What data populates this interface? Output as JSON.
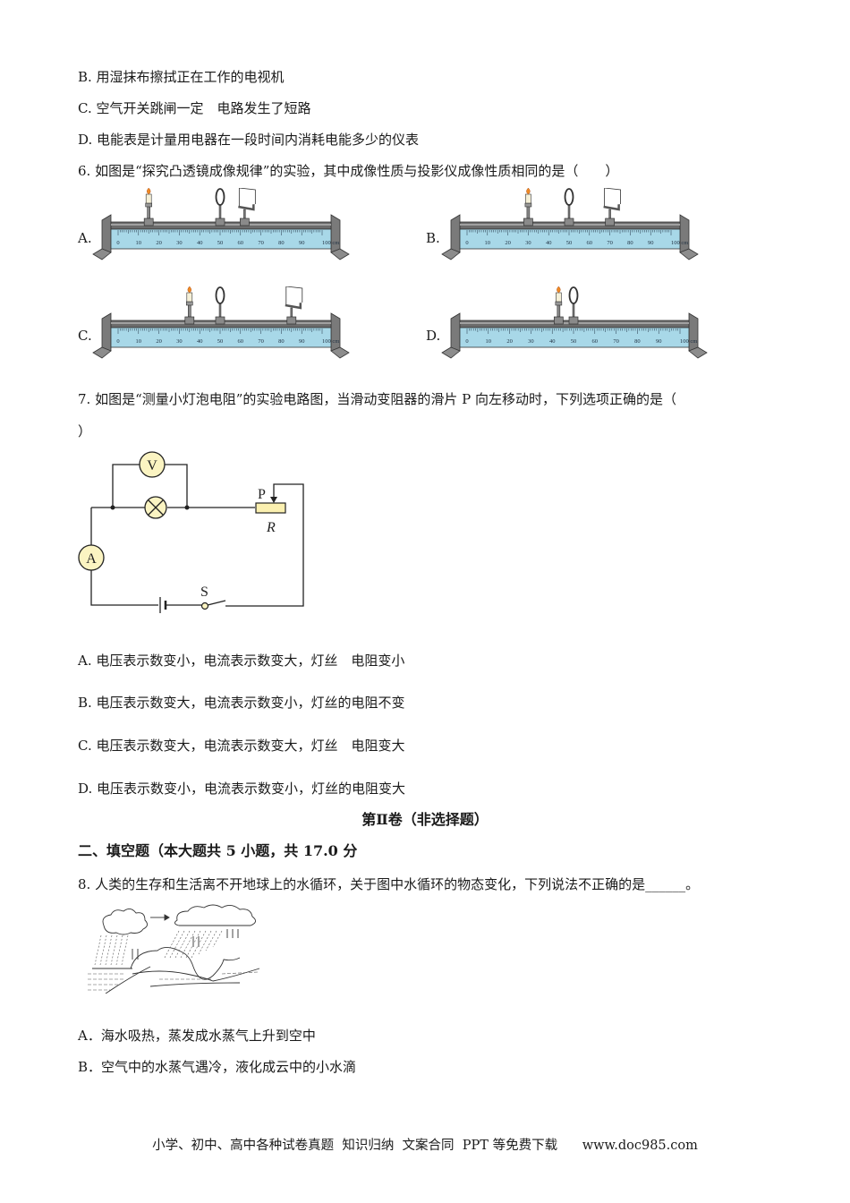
{
  "q5_options": {
    "B": "B. 用湿抹布擦拭正在工作的电视机",
    "C": "C. 空气开关跳闸一定　电路发生了短路",
    "D": "D. 电能表是计量用电器在一段时间内消耗电能多少的仪表"
  },
  "q6": {
    "stem": "6. 如图是“探究凸透镜成像规律”的实验，其中成像性质与投影仪成像性质相同的是（　　）",
    "options": [
      {
        "label": "A.",
        "candle_cm": 15,
        "lens_cm": 50,
        "screen_cm": 62
      },
      {
        "label": "B.",
        "candle_cm": 30,
        "lens_cm": 50,
        "screen_cm": 70
      },
      {
        "label": "C.",
        "candle_cm": 35,
        "lens_cm": 50,
        "screen_cm": 85
      },
      {
        "label": "D.",
        "candle_cm": 43,
        "lens_cm": 50,
        "screen_cm": null
      }
    ],
    "ruler_ticks": [
      "0",
      "10",
      "20",
      "30",
      "40",
      "50",
      "60",
      "70",
      "80",
      "90",
      "100 cm"
    ],
    "colors": {
      "ruler": "#a8d8e8",
      "rail": "#6b6b6b",
      "flame": "#f08a24",
      "candle": "#f5f0d8"
    }
  },
  "q7": {
    "stem_line1": "7. 如图是“测量小灯泡电阻”的实验电路图，当滑动变阻器的滑片 P 向左移动时，下列选项正确的是（",
    "stem_line2": "）",
    "circuit": {
      "voltmeter": "V",
      "ammeter": "A",
      "slider": "P",
      "rheostat": "R",
      "switch": "S",
      "meter_fill": "#fbf4c2"
    },
    "options": {
      "A": "A. 电压表示数变小，电流表示数变大，灯丝　电阻变小",
      "B": "B. 电压表示数变大，电流表示数变小，灯丝的电阻不变",
      "C": "C. 电压表示数变大，电流表示数变大，灯丝　电阻变大",
      "D": "D. 电压表示数变小，电流表示数变小，灯丝的电阻变大"
    }
  },
  "section2": {
    "volume_title": "第Ⅱ卷（非选择题）",
    "heading": "二、填空题（本大题共 5 小题，共 17.0 分"
  },
  "q8": {
    "stem": "8. 人类的生存和生活离不开地球上的水循环，关于图中水循环的物态变化，下列说法不正确的是______。",
    "options": {
      "A": "A．海水吸热，蒸发成水蒸气上升到空中",
      "B": "B．空气中的水蒸气遇冷，液化成云中的小水滴"
    }
  },
  "footer": {
    "text": "小学、初中、高中各种试卷真题  知识归纳  文案合同  PPT 等免费下载      www.doc985.com"
  }
}
